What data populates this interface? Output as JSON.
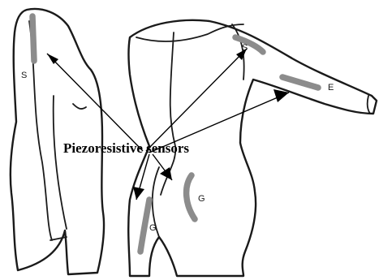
{
  "caption": "Piezoresistive sensors",
  "sensor_labels": {
    "side_shoulder": "S",
    "back_shoulder": "S",
    "elbow": "E",
    "gluteal_left": "G",
    "gluteal_right": "G"
  },
  "colors": {
    "outline": "#1a1a1a",
    "sensor": "#8c8c8c",
    "arrow": "#000000",
    "background": "#ffffff"
  }
}
